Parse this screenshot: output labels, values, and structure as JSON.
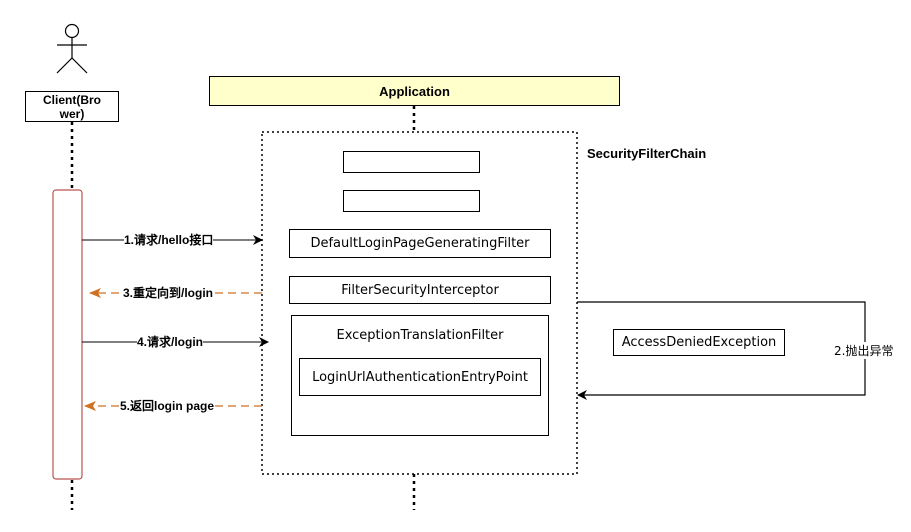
{
  "actor": {
    "label": "Client(Bro wer)"
  },
  "application": {
    "label": "Application"
  },
  "chain": {
    "title": "SecurityFilterChain",
    "filters": [
      "",
      "",
      "DefaultLoginPageGeneratingFilter",
      "FilterSecurityInterceptor"
    ],
    "exception_filter": "ExceptionTranslationFilter",
    "entry_point": "LoginUrlAuthenticationEntryPoint"
  },
  "exception": {
    "label": "AccessDeniedException",
    "throw_label": "2.抛出异常"
  },
  "messages": [
    {
      "label": "1.请求/hello接口",
      "style": "solid"
    },
    {
      "label": "3.重定向到/login",
      "style": "dashed"
    },
    {
      "label": "4.请求/login",
      "style": "solid"
    },
    {
      "label": "5.返回login page",
      "style": "dashed"
    }
  ],
  "colors": {
    "activation_border": "#b85450",
    "dashed_arrow": "#d07020",
    "app_fill": "#ffffcc"
  }
}
